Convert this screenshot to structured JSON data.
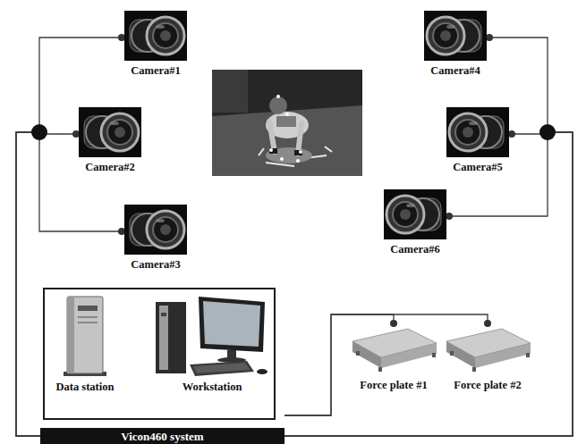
{
  "diagram": {
    "nodes": [
      {
        "text": [
          "Camera#1"
        ]
      },
      {
        "text": [
          "Camera#2"
        ]
      },
      {
        "text": [
          "Camera#3"
        ]
      },
      {
        "text": [
          "Camera#4"
        ]
      },
      {
        "text": [
          "Camera#5"
        ]
      },
      {
        "text": [
          "Camera#6"
        ]
      },
      {
        "text": [
          "Vicon460 system"
        ]
      },
      {
        "text": [
          "Data station"
        ],
        "in": 6
      },
      {
        "text": [
          "Workstation"
        ],
        "in": 6
      },
      {
        "text": [
          "Force plate #1"
        ]
      },
      {
        "text": [
          "Force plate #2"
        ]
      }
    ],
    "edges": [
      {
        "from": 0,
        "to": 6,
        "arrow": "none"
      },
      {
        "from": 1,
        "to": 6,
        "arrow": "none"
      },
      {
        "from": 2,
        "to": 6,
        "arrow": "none"
      },
      {
        "from": 3,
        "to": 6,
        "arrow": "none"
      },
      {
        "from": 4,
        "to": 6,
        "arrow": "none"
      },
      {
        "from": 5,
        "to": 6,
        "arrow": "none"
      },
      {
        "from": 9,
        "to": 6,
        "arrow": "none"
      },
      {
        "from": 10,
        "to": 6,
        "arrow": "none"
      }
    ]
  }
}
